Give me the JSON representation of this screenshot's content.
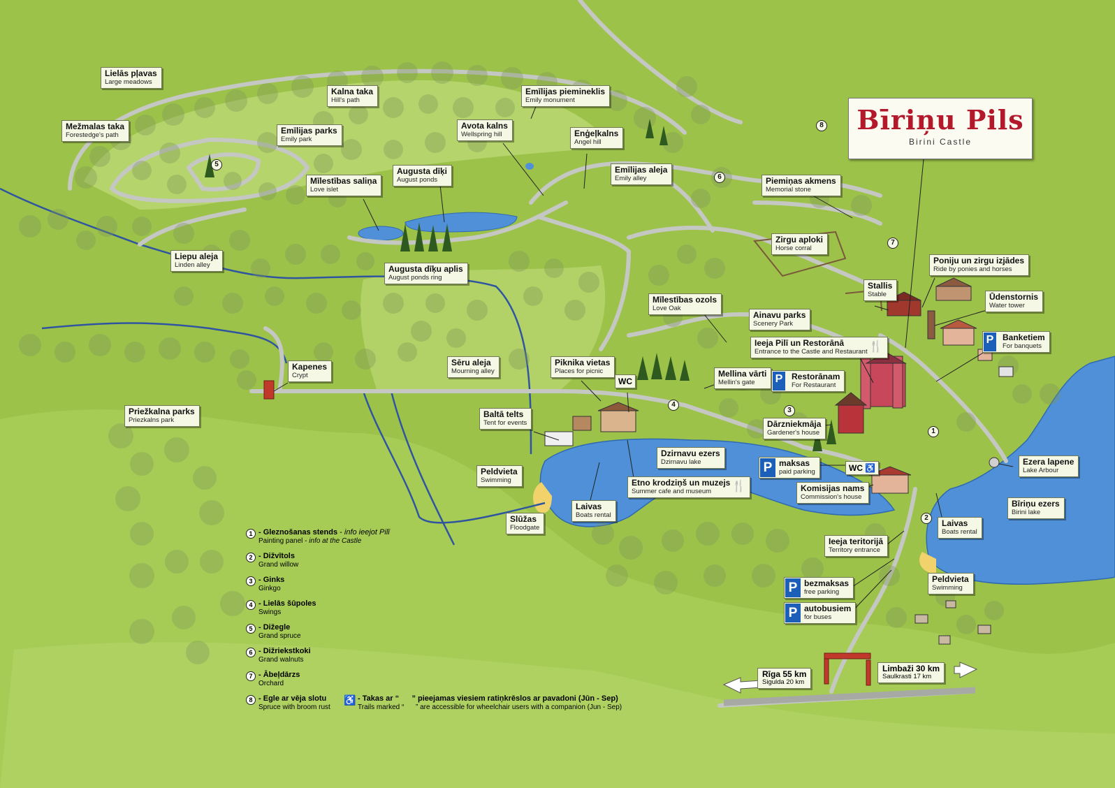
{
  "map": {
    "title": "Bīriņu Pils",
    "subtitle": "Birini Castle",
    "colors": {
      "grass": "#9cc24a",
      "grass_light": "#b2d164",
      "path": "#c9cbc6",
      "water": "#4f90d8",
      "tree": "#5f8a30",
      "tree_dark": "#3f6820",
      "roof": "#a63a2d",
      "parking": "#1c5fb8",
      "title": "#b3182b"
    }
  },
  "labels": [
    {
      "id": "lielas-plavas",
      "lv": "Lielās pļavas",
      "en": "Large meadows"
    },
    {
      "id": "kalna-taka",
      "lv": "Kalna taka",
      "en": "Hill's path"
    },
    {
      "id": "emilijas-piemineklis",
      "lv": "Emīlijas piemineklis",
      "en": "Emily monument"
    },
    {
      "id": "mezmalas-taka",
      "lv": "Mežmalas taka",
      "en": "Forestedge's path"
    },
    {
      "id": "emilijas-parks",
      "lv": "Emīlijas parks",
      "en": "Emily park"
    },
    {
      "id": "avota-kalns",
      "lv": "Avota kalns",
      "en": "Wellspring hill"
    },
    {
      "id": "engelkalns",
      "lv": "Enģeļkalns",
      "en": "Angel hill"
    },
    {
      "id": "milestibas-salina",
      "lv": "Mīlestības saliņa",
      "en": "Love islet"
    },
    {
      "id": "augusta-diki",
      "lv": "Augusta dīķi",
      "en": "August ponds"
    },
    {
      "id": "emilijas-aleja",
      "lv": "Emīlijas aleja",
      "en": "Emily alley"
    },
    {
      "id": "piemina-akmens",
      "lv": "Piemiņas akmens",
      "en": "Memorial stone"
    },
    {
      "id": "zirgu-aploki",
      "lv": "Zirgu aploki",
      "en": "Horse corral"
    },
    {
      "id": "liepu-aleja",
      "lv": "Liepu aleja",
      "en": "Linden alley"
    },
    {
      "id": "augusta-diku-aplis",
      "lv": "Augusta dīķu aplis",
      "en": "August ponds ring"
    },
    {
      "id": "poniju",
      "lv": "Poniju un zirgu izjādes",
      "en": "Ride by ponies and horses"
    },
    {
      "id": "stallis",
      "lv": "Stallis",
      "en": "Stable"
    },
    {
      "id": "udenstornis",
      "lv": "Ūdenstornis",
      "en": "Water tower"
    },
    {
      "id": "milestibas-ozols",
      "lv": "Mīlestības ozols",
      "en": "Love Oak"
    },
    {
      "id": "ainavu-parks",
      "lv": "Ainavu parks",
      "en": "Scenery Park"
    },
    {
      "id": "ieeja-pili",
      "lv": "Ieeja Pilī un Restorānā",
      "en": "Entrance to the Castle and Restaurant"
    },
    {
      "id": "kapenes",
      "lv": "Kapenes",
      "en": "Crypt"
    },
    {
      "id": "seru-aleja",
      "lv": "Sēru aleja",
      "en": "Mourning alley"
    },
    {
      "id": "piknika-vietas",
      "lv": "Piknika vietas",
      "en": "Places for picnic"
    },
    {
      "id": "mellina-varti",
      "lv": "Mellina vārti",
      "en": "Mellin's gate"
    },
    {
      "id": "priezkalna-parks",
      "lv": "Priežkalna parks",
      "en": "Priezkalns park"
    },
    {
      "id": "balta-telts",
      "lv": "Baltā telts",
      "en": "Tent for events"
    },
    {
      "id": "darzniekmaja",
      "lv": "Dārzniekmāja",
      "en": "Gardener's house"
    },
    {
      "id": "dzirnavu-ezers",
      "lv": "Dzirnavu ezers",
      "en": "Dzirnavu lake"
    },
    {
      "id": "ezera-lapene",
      "lv": "Ezera lapene",
      "en": "Lake Arbour"
    },
    {
      "id": "peldvieta-1",
      "lv": "Peldvieta",
      "en": "Swimming"
    },
    {
      "id": "etno-krodzins",
      "lv": "Etno krodziņš un muzejs",
      "en": "Summer cafe and museum"
    },
    {
      "id": "komisijas-nams",
      "lv": "Komisijas nams",
      "en": "Commission's house"
    },
    {
      "id": "birinu-ezers",
      "lv": "Bīriņu ezers",
      "en": "Birini lake"
    },
    {
      "id": "sluzas",
      "lv": "Slūžas",
      "en": "Floodgate"
    },
    {
      "id": "laivas-1",
      "lv": "Laivas",
      "en": "Boats rental"
    },
    {
      "id": "laivas-2",
      "lv": "Laivas",
      "en": "Boats rental"
    },
    {
      "id": "ieeja-teritorija",
      "lv": "Ieeja teritorijā",
      "en": "Territory entrance"
    },
    {
      "id": "peldvieta-2",
      "lv": "Peldvieta",
      "en": "Swimming"
    }
  ],
  "parking": [
    {
      "id": "banketiem",
      "lv": "Banketiem",
      "en": "For banquets"
    },
    {
      "id": "restoranam",
      "lv": "Restorānam",
      "en": "For Restaurant"
    },
    {
      "id": "maksas",
      "lv": "maksas",
      "en": "paid parking"
    },
    {
      "id": "bezmaksas",
      "lv": "bezmaksas",
      "en": "free parking"
    },
    {
      "id": "autobusiem",
      "lv": "autobusiem",
      "en": "for buses"
    }
  ],
  "parking_icon_letter": "P",
  "wc_label": "WC",
  "roads": [
    {
      "id": "riga",
      "lv": "Rīga 55 km",
      "en": "Sigulda 20 km"
    },
    {
      "id": "limbazi",
      "lv": "Limbaži 30 km",
      "en": "Saulkrasti 17 km"
    }
  ],
  "markers": [
    "1",
    "2",
    "3",
    "4",
    "5",
    "6",
    "7",
    "8"
  ],
  "legend": [
    {
      "n": "1",
      "lv": "Gleznošanas stends",
      "lv_extra": "info ieejot Pilī",
      "en": "Painting panel",
      "en_extra": "info at the Castle"
    },
    {
      "n": "2",
      "lv": "Dižvītols",
      "en": "Grand willow"
    },
    {
      "n": "3",
      "lv": "Ginks",
      "en": "Ginkgo"
    },
    {
      "n": "4",
      "lv": "Lielās šūpoles",
      "en": "Swings"
    },
    {
      "n": "5",
      "lv": "Dižegle",
      "en": "Grand spruce"
    },
    {
      "n": "6",
      "lv": "Dižriekstkoki",
      "en": "Grand walnuts"
    },
    {
      "n": "7",
      "lv": "Ābeļdārzs",
      "en": "Orchard"
    },
    {
      "n": "8",
      "lv": "Egle ar vēja slotu",
      "en": "Spruce with broom rust"
    }
  ],
  "wheelchair_note": {
    "lv_a": "- Takas ar “",
    "lv_b": "” pieejamas viesiem ratiņkrēslos ar pavadoni (Jūn - Sep)",
    "en_a": "Trails marked “",
    "en_b": "” are accessible for wheelchair users with a companion (Jun - Sep)"
  }
}
